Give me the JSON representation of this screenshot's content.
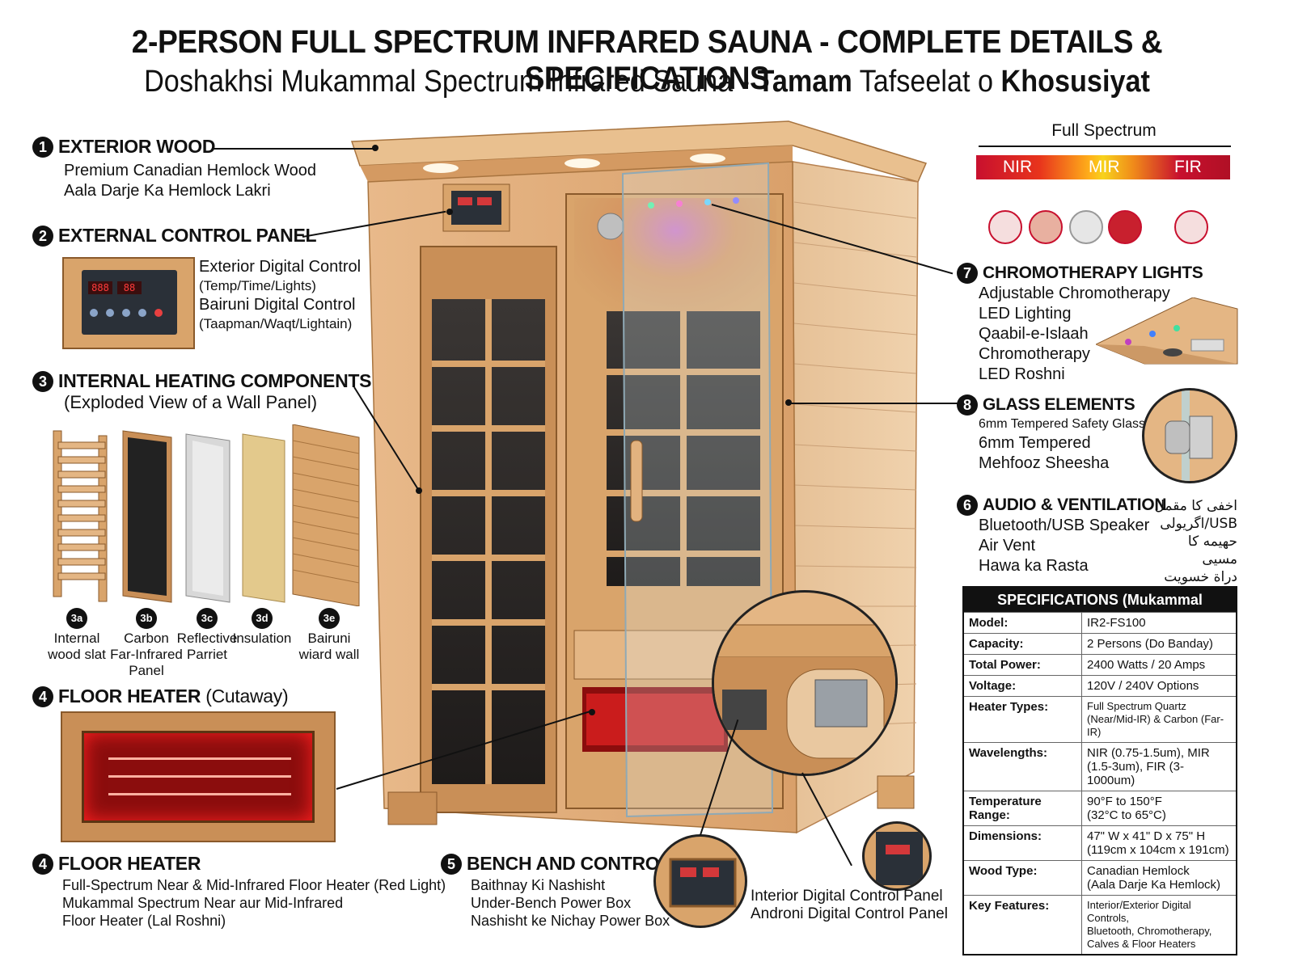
{
  "title": "2-PERSON FULL SPECTRUM INFRARED SAUNA - COMPLETE DETAILS & SPECIFICATIONS",
  "subtitle": {
    "part1": "Doshakhsi Mukammal Spectrum Infrared Sauna - ",
    "part2": "Tamam",
    "part3": " Tafseelat o ",
    "part4": "Khosusiyat"
  },
  "exterior_wood": {
    "number": "1",
    "heading": "EXTERIOR WOOD",
    "line1": "Premium Canadian Hemlock Wood",
    "line2": "Aala Darje Ka Hemlock Lakri"
  },
  "control_panel": {
    "number": "2",
    "heading": "EXTERNAL CONTROL PANEL",
    "line1": "Exterior Digital Control",
    "line2": "(Temp/Time/Lights)",
    "line3": "Bairuni Digital Control",
    "line4": "(Taapman/Waqt/Lightain)",
    "display_left": "888",
    "display_right": "88"
  },
  "heating": {
    "number": "3",
    "heading": "INTERNAL HEATING COMPONENTS",
    "sub": "(Exploded View of a Wall Panel)",
    "components": [
      {
        "badge": "3a",
        "label": "Internal wood slat"
      },
      {
        "badge": "3b",
        "label": "Carbon Far-Infrared Panel"
      },
      {
        "badge": "3c",
        "label": "Reflective Parriet"
      },
      {
        "badge": "3d",
        "label": "Insulation"
      },
      {
        "badge": "3e",
        "label": "Bairuni wiard wall"
      }
    ]
  },
  "floor_cutaway": {
    "number": "4",
    "heading": "FLOOR HEATER",
    "heading_light": " (Cutaway)"
  },
  "floor_heater": {
    "number": "4",
    "heading": "FLOOR HEATER",
    "line1": "Full-Spectrum Near & Mid-Infrared Floor Heater (Red Light)",
    "line2": "Mukammal Spectrum Near aur Mid-Infrared",
    "line3": "Floor Heater (Lal Roshni)"
  },
  "bench": {
    "number": "5",
    "heading": "BENCH AND CONTROLS",
    "line1": "Baithnay Ki Nashisht",
    "line2": "Under-Bench Power Box",
    "line3": "Nashisht ke Nichay Power Box"
  },
  "interior_panel": {
    "line1": "Interior Digital Control Panel",
    "line2": "Androni Digital Control Panel"
  },
  "spectrum": {
    "title": "Full Spectrum",
    "labels": [
      "NIR",
      "MIR",
      "FIR"
    ]
  },
  "chromotherapy": {
    "number": "7",
    "heading": "CHROMOTHERAPY LIGHTS",
    "line1": "Adjustable Chromotherapy",
    "line2": "LED Lighting",
    "line3": "Qaabil-e-Islaah",
    "line4": "Chromotherapy",
    "line5": "LED Roshni"
  },
  "glass": {
    "number": "8",
    "heading": "GLASS ELEMENTS",
    "line1": "6mm Tempered Safety Glass",
    "line2": "6mm Tempered",
    "line3": "Mehfooz Sheesha"
  },
  "audio": {
    "number": "6",
    "heading": "AUDIO & VENTILATION",
    "line1": "Bluetooth/USB Speaker",
    "line2": "Air Vent",
    "line3": "Hawa ka Rasta",
    "urdu1": "اخفی کا مقمل",
    "urdu2": "USB/اگریولی",
    "urdu3": "حهیمه کا مسیی",
    "urdu4": "دراة خسویت"
  },
  "specs": {
    "heading": "SPECIFICATIONS (Mukammal Tafseelat)",
    "rows": [
      {
        "key": "Model:",
        "value": "IR2-FS100"
      },
      {
        "key": "Capacity:",
        "value": "2 Persons (Do Banday)"
      },
      {
        "key": "Total Power:",
        "value": "2400 Watts / 20 Amps"
      },
      {
        "key": "Voltage:",
        "value": "120V / 240V Options"
      },
      {
        "key": "Heater Types:",
        "value": "Full Spectrum Quartz",
        "value2": "(Near/Mid-IR) & Carbon (Far-IR)"
      },
      {
        "key": "Wavelengths:",
        "value": "NIR (0.75-1.5um), MIR",
        "value2": "(1.5-3um), FIR (3-1000um)"
      },
      {
        "key": "Temperature Range:",
        "value": "90°F to 150°F",
        "value2": "(32°C to 65°C)"
      },
      {
        "key": "Dimensions:",
        "value": "47\" W x 41\" D x 75\" H",
        "value2": "(119cm x 104cm x 191cm)"
      },
      {
        "key": "Wood Type:",
        "value": "Canadian Hemlock",
        "value2": "(Aala Darje Ka Hemlock)"
      },
      {
        "key": "Key Features:",
        "value": "Interior/Exterior Digital Controls,",
        "value2": "Bluetooth, Chromotherapy,",
        "value3": "Calves & Floor Heaters"
      }
    ]
  }
}
